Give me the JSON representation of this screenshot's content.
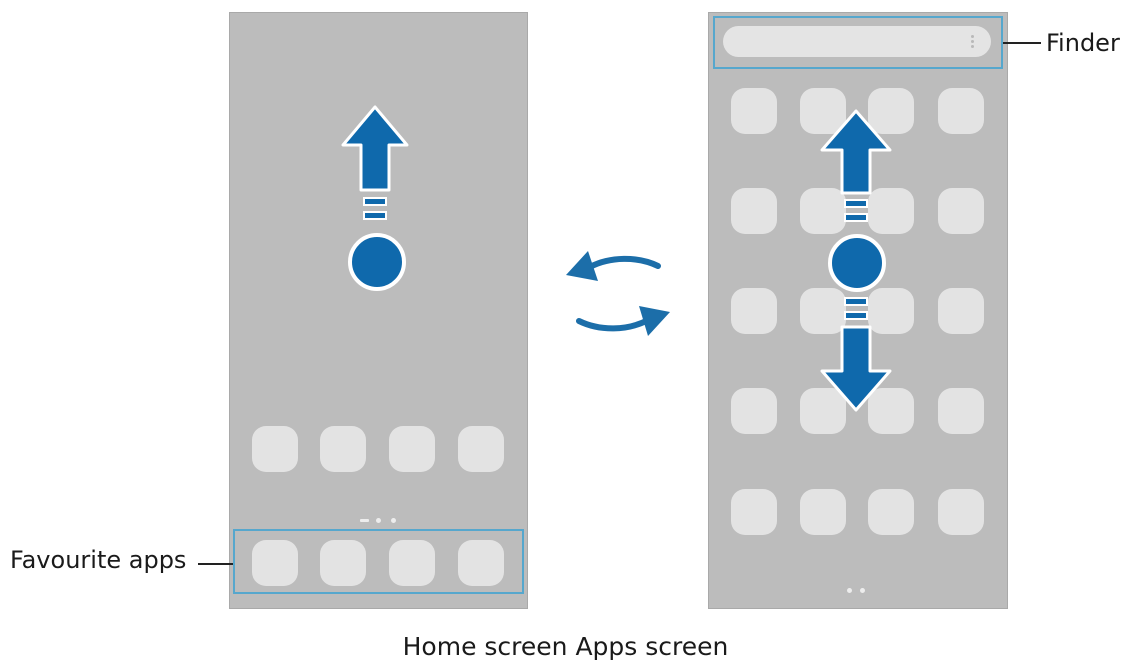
{
  "labels": {
    "favourite_apps": "Favourite apps",
    "finder": "Finder",
    "caption": "Home screen Apps screen"
  },
  "colors": {
    "screen": "#bcbcbc",
    "app_icon": "#e3e3e3",
    "gesture_blue": "#0f69ac",
    "callout": "#56a7cd"
  },
  "icons": {
    "swipe_up": "arrow-up-icon",
    "swipe_down": "arrow-down-icon",
    "touch_point": "touch-circle-icon",
    "switch": "rotate-arrows-icon"
  },
  "home_screen": {
    "app_rows": 1,
    "favourite_apps": 4,
    "page_dots": 3
  },
  "apps_screen": {
    "columns": 4,
    "rows": 5,
    "page_dots": 2
  }
}
